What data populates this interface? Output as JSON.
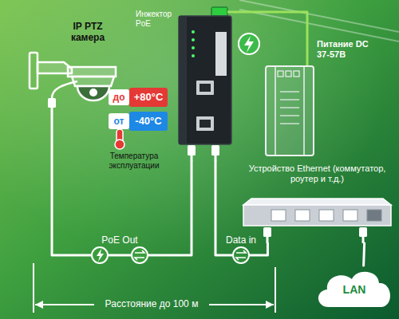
{
  "diagram": {
    "nodes": [
      {
        "text": [
          "IP PTZ камера"
        ]
      },
      {
        "text": [
          "Инжектор PoE"
        ]
      },
      {
        "text": [
          "Питание DC 37-57В"
        ]
      },
      {
        "text": [
          "Устройство Ethernet (коммутатор, роутер и т.д.)"
        ]
      },
      {
        "text": [
          "LAN"
        ]
      }
    ],
    "edges": [
      {
        "from": 0,
        "to": 1,
        "label": "PoE Out",
        "arrow": "none"
      },
      {
        "from": 1,
        "to": 3,
        "label": "Data in",
        "arrow": "none"
      },
      {
        "from": 3,
        "to": 4,
        "arrow": "none"
      },
      {
        "from": 2,
        "to": 1,
        "arrow": "none"
      }
    ],
    "labels": [
      "до",
      "+80°C",
      "от",
      "-40°C",
      "Температура эксплуатации",
      "Расстояние до 100 м"
    ]
  }
}
